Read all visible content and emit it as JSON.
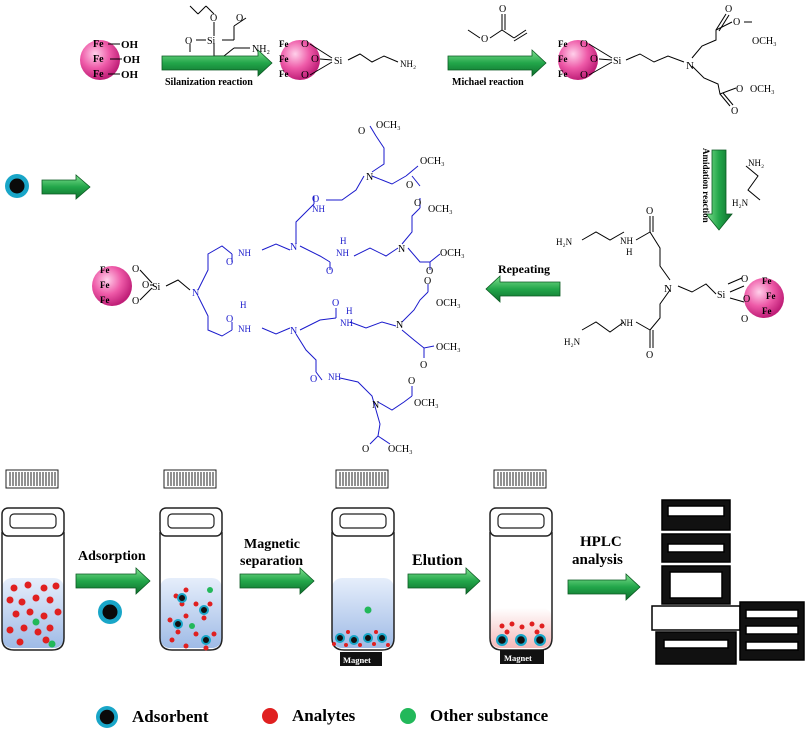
{
  "row1": {
    "fe_label": "Fe",
    "oh_label": "OH",
    "o_label": "O",
    "si_label": "Si",
    "nh2_label": "NH₂",
    "n_label": "N",
    "och3_label": "OCH₃",
    "arrow1_label": "Silanization reaction",
    "arrow2_label": "Michael reaction"
  },
  "row2": {
    "amidation_label": "Amidation reaction",
    "repeating_label": "Repeating",
    "h2n_label": "H₂N",
    "h_label": "H",
    "nh_label": "NH",
    "nh2_label": "NH₂"
  },
  "workflow": {
    "adsorption_label": "Adsorption",
    "magnetic_label_1": "Magnetic",
    "magnetic_label_2": "separation",
    "elution_label": "Elution",
    "hplc_label_1": "HPLC",
    "hplc_label_2": "analysis",
    "magnet_label": "Magnet"
  },
  "legend": {
    "adsorbent": "Adsorbent",
    "analytes": "Analytes",
    "other": "Other substance"
  },
  "colors": {
    "particle": "#e0459a",
    "arrow": "#22a64a",
    "dendrimer_blue": "#1a1acc",
    "analyte": "#e02020",
    "other_substance": "#22b85a",
    "adsorbent_ring": "#19a6c8",
    "liquid": "#b8cfee"
  }
}
